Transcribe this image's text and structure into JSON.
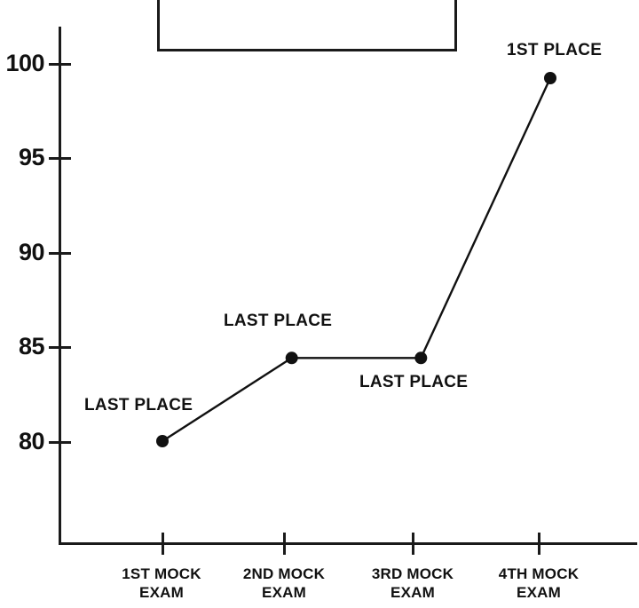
{
  "chart_data": {
    "type": "line",
    "title": "",
    "subtitle": "",
    "xlabel": "",
    "ylabel": "",
    "categories": [
      "1ST MOCK EXAM",
      "2ND MOCK EXAM",
      "3RD MOCK EXAM",
      "4TH MOCK EXAM"
    ],
    "x": [
      1,
      2,
      3,
      4
    ],
    "values": [
      80.0,
      84.4,
      84.4,
      99.2
    ],
    "point_labels": [
      "LAST PLACE",
      "LAST PLACE",
      "LAST PLACE",
      "1ST PLACE"
    ],
    "ylim": [
      75.5,
      101.5
    ],
    "ytick_labels": [
      "100",
      "95",
      "90",
      "85",
      "80"
    ],
    "ytick_values": [
      100,
      95,
      90,
      85,
      80
    ],
    "grid": false,
    "legend": {
      "present": true,
      "position": "top-center",
      "entries": []
    },
    "series": [
      {
        "name": "",
        "marker": "circle",
        "color": "#111111",
        "values": [
          80.0,
          84.4,
          84.4,
          99.2
        ]
      }
    ]
  },
  "axes": {
    "y_ticks": [
      {
        "label": "100",
        "value": 100
      },
      {
        "label": "95",
        "value": 95
      },
      {
        "label": "90",
        "value": 90
      },
      {
        "label": "85",
        "value": 85
      },
      {
        "label": "80",
        "value": 80
      }
    ],
    "x_ticks": [
      {
        "line1": "1ST MOCK",
        "line2": "EXAM"
      },
      {
        "line1": "2ND MOCK",
        "line2": "EXAM"
      },
      {
        "line1": "3RD MOCK",
        "line2": "EXAM"
      },
      {
        "line1": "4TH MOCK",
        "line2": "EXAM"
      }
    ]
  },
  "annotations": [
    {
      "text": "LAST PLACE"
    },
    {
      "text": "LAST PLACE"
    },
    {
      "text": "LAST PLACE"
    },
    {
      "text": "1ST PLACE"
    }
  ],
  "colors": {
    "axis": "#1a1a1a",
    "line": "#111111",
    "marker": "#111111",
    "text": "#111111",
    "background": "#ffffff"
  }
}
